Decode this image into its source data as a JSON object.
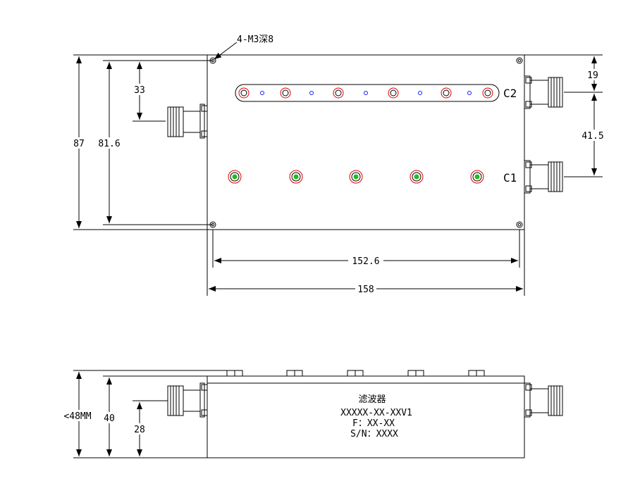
{
  "top_view": {
    "hole_note": "4-M3深8",
    "port_labels": {
      "c2": "C2",
      "c1": "C1"
    },
    "dimensions": {
      "overall_height": "87",
      "hole_spacing_height": "81.6",
      "left_connector_offset": "33",
      "right_top_offset": "19",
      "right_port_spacing": "41.5",
      "hole_spacing_width": "152.6",
      "overall_width": "158"
    }
  },
  "side_view": {
    "dimensions": {
      "max_height": "<48MM",
      "body_height": "40",
      "connector_height": "28"
    },
    "nameplate": {
      "line1": "滤波器",
      "line2": "XXXXX-XX-XXV1",
      "line3": "F：XX-XX",
      "line4": "S/N：XXXX"
    }
  },
  "colors": {
    "line": "#000000",
    "resonator_ring": "#e00000",
    "tuning_center": "#22bb22",
    "hole": "#1a1aff"
  }
}
